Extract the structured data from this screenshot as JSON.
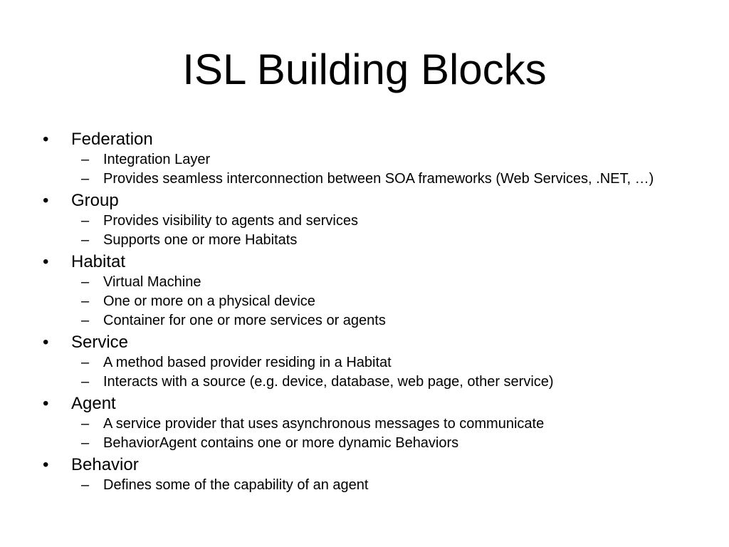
{
  "title": "ISL Building Blocks",
  "bullet_char": "•",
  "dash_char": "–",
  "items": [
    {
      "label": "Federation",
      "subs": [
        "Integration Layer",
        "Provides seamless interconnection between SOA frameworks (Web Services, .NET, …)"
      ]
    },
    {
      "label": "Group",
      "subs": [
        "Provides visibility to agents and services",
        "Supports one or more Habitats"
      ]
    },
    {
      "label": "Habitat",
      "subs": [
        "Virtual Machine",
        "One or more on a physical device",
        "Container for one or more services or agents"
      ]
    },
    {
      "label": "Service",
      "subs": [
        "A method based provider residing in a Habitat",
        "Interacts with a source (e.g. device, database, web page, other service)"
      ]
    },
    {
      "label": "Agent",
      "subs": [
        "A service provider that uses asynchronous messages to communicate",
        "BehaviorAgent contains one or more dynamic Behaviors"
      ]
    },
    {
      "label": "Behavior",
      "subs": [
        "Defines some of the capability of an agent"
      ]
    }
  ]
}
